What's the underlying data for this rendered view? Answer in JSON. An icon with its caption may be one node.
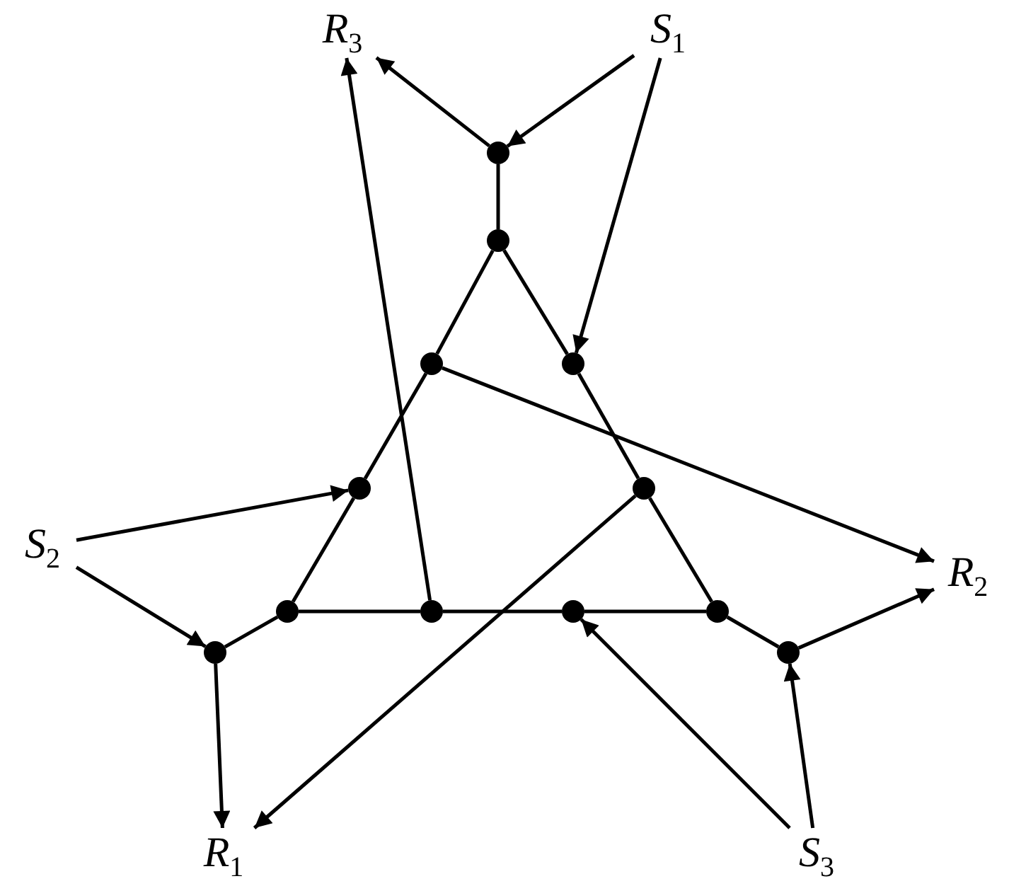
{
  "diagram": {
    "nodes": [
      {
        "text": [
          "*R*$_{3}$"
        ]
      },
      {
        "text": [
          "*S*$_{1}$"
        ]
      },
      {
        "text": [],
        "shape": "circle"
      },
      {
        "text": [],
        "shape": "circle"
      },
      {
        "text": [],
        "shape": "circle"
      },
      {
        "text": [],
        "shape": "circle"
      },
      {
        "text": [],
        "shape": "circle"
      },
      {
        "text": [],
        "shape": "circle"
      },
      {
        "text": [
          "*S*$_{2}$"
        ]
      },
      {
        "text": [],
        "shape": "circle"
      },
      {
        "text": [],
        "shape": "circle"
      },
      {
        "text": [],
        "shape": "circle"
      },
      {
        "text": [],
        "shape": "circle"
      },
      {
        "text": [
          "*R*$_{2}$"
        ]
      },
      {
        "text": [],
        "shape": "circle"
      },
      {
        "text": [],
        "shape": "circle"
      },
      {
        "text": [
          "*R*$_{1}$"
        ]
      },
      {
        "text": [
          "*S*$_{3}$"
        ]
      }
    ],
    "edges": [
      {
        "from": 1,
        "to": 2,
        "arrow": "to"
      },
      {
        "from": 2,
        "to": 0,
        "arrow": "to"
      },
      {
        "from": 2,
        "to": 3,
        "arrow": "none"
      },
      {
        "from": 1,
        "to": 5,
        "arrow": "to"
      },
      {
        "from": 3,
        "to": 4,
        "arrow": "none"
      },
      {
        "from": 3,
        "to": 5,
        "arrow": "none"
      },
      {
        "from": 4,
        "to": 13,
        "arrow": "to"
      },
      {
        "from": 4,
        "to": 6,
        "arrow": "none"
      },
      {
        "from": 5,
        "to": 7,
        "arrow": "none"
      },
      {
        "from": 8,
        "to": 6,
        "arrow": "to"
      },
      {
        "from": 6,
        "to": 9,
        "arrow": "none"
      },
      {
        "from": 7,
        "to": 16,
        "arrow": "to"
      },
      {
        "from": 7,
        "to": 12,
        "arrow": "none"
      },
      {
        "from": 8,
        "to": 14,
        "arrow": "to"
      },
      {
        "from": 14,
        "to": 9,
        "arrow": "none"
      },
      {
        "from": 9,
        "to": 10,
        "arrow": "none"
      },
      {
        "from": 10,
        "to": 0,
        "arrow": "to"
      },
      {
        "from": 10,
        "to": 11,
        "arrow": "none"
      },
      {
        "from": 11,
        "to": 12,
        "arrow": "none"
      },
      {
        "from": 17,
        "to": 11,
        "arrow": "to"
      },
      {
        "from": 12,
        "to": 15,
        "arrow": "none"
      },
      {
        "from": 14,
        "to": 16,
        "arrow": "to"
      },
      {
        "from": 17,
        "to": 15,
        "arrow": "to"
      },
      {
        "from": 15,
        "to": 13,
        "arrow": "to"
      }
    ]
  }
}
